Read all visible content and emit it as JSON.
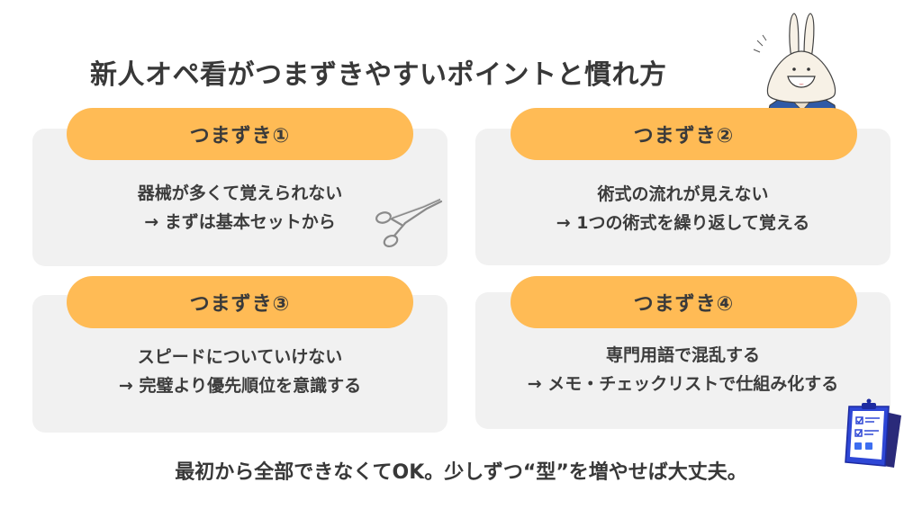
{
  "title": "新人オペ看がつまずきやすいポイントと慣れ方",
  "cards": [
    {
      "label": "つまずき①",
      "problem": "器械が多くて覚えられない",
      "solution": "→ まずは基本セットから",
      "icon": "forceps-icon"
    },
    {
      "label": "つまずき②",
      "problem": "術式の流れが見えない",
      "solution": "→ 1つの術式を繰り返して覚える"
    },
    {
      "label": "つまずき③",
      "problem": "スピードについていけない",
      "solution": "→ 完璧より優先順位を意識する"
    },
    {
      "label": "つまずき④",
      "problem": "専門用語で混乱する",
      "solution": "→ メモ・チェックリストで仕組み化する",
      "icon": "clipboard-checklist-icon"
    }
  ],
  "footer": "最初から全部できなくてOK。少しずつ“型”を増やせば大丈夫。",
  "mascot": "rabbit-nurse-mascot",
  "colors": {
    "pill": "#ffbb55",
    "panel": "#f1f1f1",
    "text": "#3a3a3a",
    "scrubs": "#2f5aa6",
    "clipboard": "#2e47d6"
  }
}
